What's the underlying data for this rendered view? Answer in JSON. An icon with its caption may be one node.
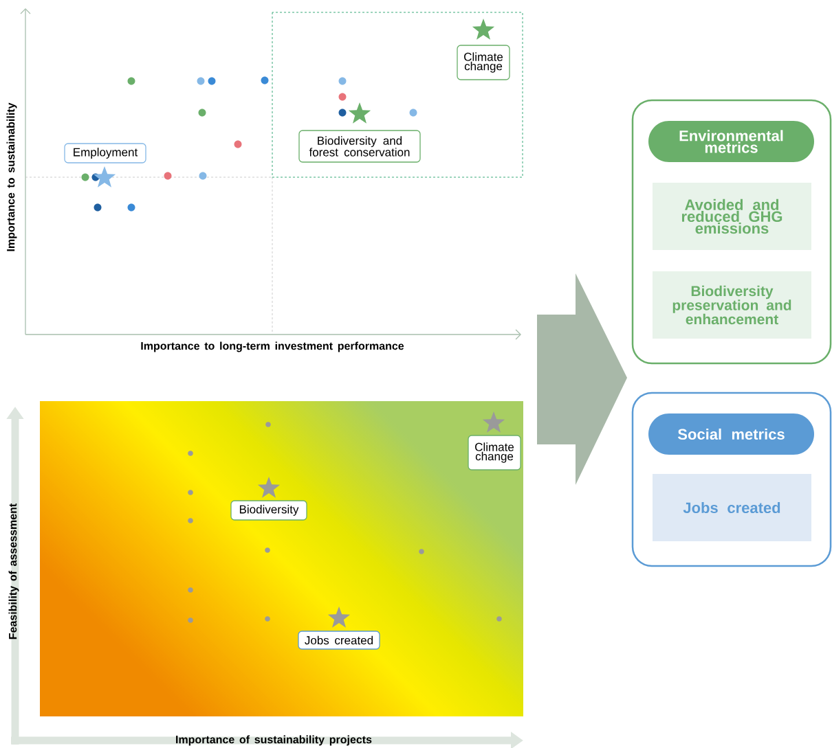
{
  "diagram": {
    "nodes": [
      {
        "text": [
          "Climate change"
        ]
      },
      {
        "text": [
          "Employment"
        ]
      },
      {
        "text": [
          "Biodiversity and forest conservation"
        ]
      },
      {
        "text": [
          "Climate change"
        ]
      },
      {
        "text": [
          "Biodiversity"
        ]
      },
      {
        "text": [
          "Jobs created"
        ]
      },
      {
        "text": [],
        "shape": "box"
      },
      {
        "text": [
          "Environmental metrics"
        ],
        "in": 6
      },
      {
        "text": [
          "Avoided and reduced GHG emissions"
        ],
        "in": 6
      },
      {
        "text": [
          "Biodiversity preservation and enhancement"
        ],
        "in": 6
      },
      {
        "text": [],
        "shape": "box"
      },
      {
        "text": [
          "Social metrics"
        ],
        "in": 10
      },
      {
        "text": [
          "Jobs created"
        ],
        "in": 10
      }
    ],
    "labels": [
      "Importance to sustainability",
      "Importance to long-term investment performance",
      "Feasibility of assessment",
      "Importance of sustainability projects"
    ]
  }
}
